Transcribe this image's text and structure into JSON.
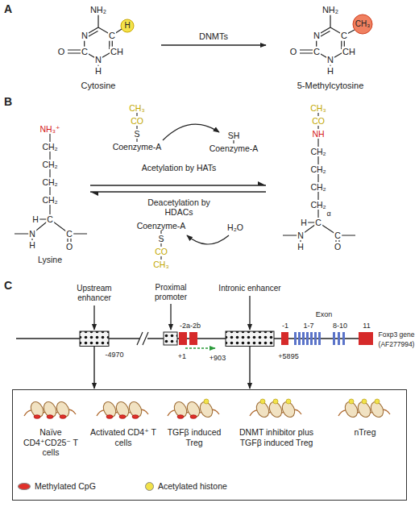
{
  "diagram": {
    "nodes": [
      {
        "text": [
          "Upstream enhancer"
        ]
      },
      {
        "text": [
          "Intronic enhancer"
        ]
      },
      {
        "text": [
          "Naïve CD4⁺CD25⁻ T cells",
          "Activated CD4⁺ T cells",
          "TGFβ induced Treg",
          "DNMT inhibitor plus TGFβ induced Treg",
          "nTreg"
        ]
      }
    ],
    "edges": [
      {
        "from": 0,
        "to": 2,
        "arrow": "to"
      },
      {
        "from": 1,
        "to": 2,
        "arrow": "to"
      }
    ],
    "labels": [
      "A",
      "NH₂",
      "N",
      "C",
      "C",
      "CH",
      "N",
      "H",
      "O",
      "H",
      "Cytosine",
      "DNMTs",
      "NH₂",
      "N",
      "C",
      "C",
      "CH",
      "N",
      "H",
      "O",
      "CH₃",
      "5-Methylcytosine",
      "B",
      "CH₃",
      "CO",
      "S",
      "Coenzyme-A",
      "SH",
      "Coenzyme-A",
      "NH₃⁺",
      "CH₂",
      "CH₂",
      "CH₂",
      "CH₂",
      "H",
      "C",
      "N",
      "H",
      "C",
      "O",
      "Lysine",
      "Acetylation by HATs",
      "Deacetylation by HDACs",
      "Coenzyme-A",
      "S",
      "CO",
      "CH₃",
      "H₂O",
      "CH₃",
      "CO",
      "NH",
      "CH₂",
      "CH₂",
      "CH₂",
      "CH₂",
      "H",
      "C",
      "α",
      "N",
      "H",
      "C",
      "O",
      "C",
      "Proximal promoter",
      "-4970",
      "-2a-2b",
      "+1",
      "+903",
      "-1",
      "+5895",
      "Exon",
      "1-7",
      "8-10",
      "11",
      "Foxp3 gene",
      "(AF277994)"
    ],
    "legend": [
      {
        "text": "Methylated CpG",
        "color": "#e0302a"
      },
      {
        "text": "Acetylated histone",
        "color": "#f2e24a"
      }
    ]
  }
}
